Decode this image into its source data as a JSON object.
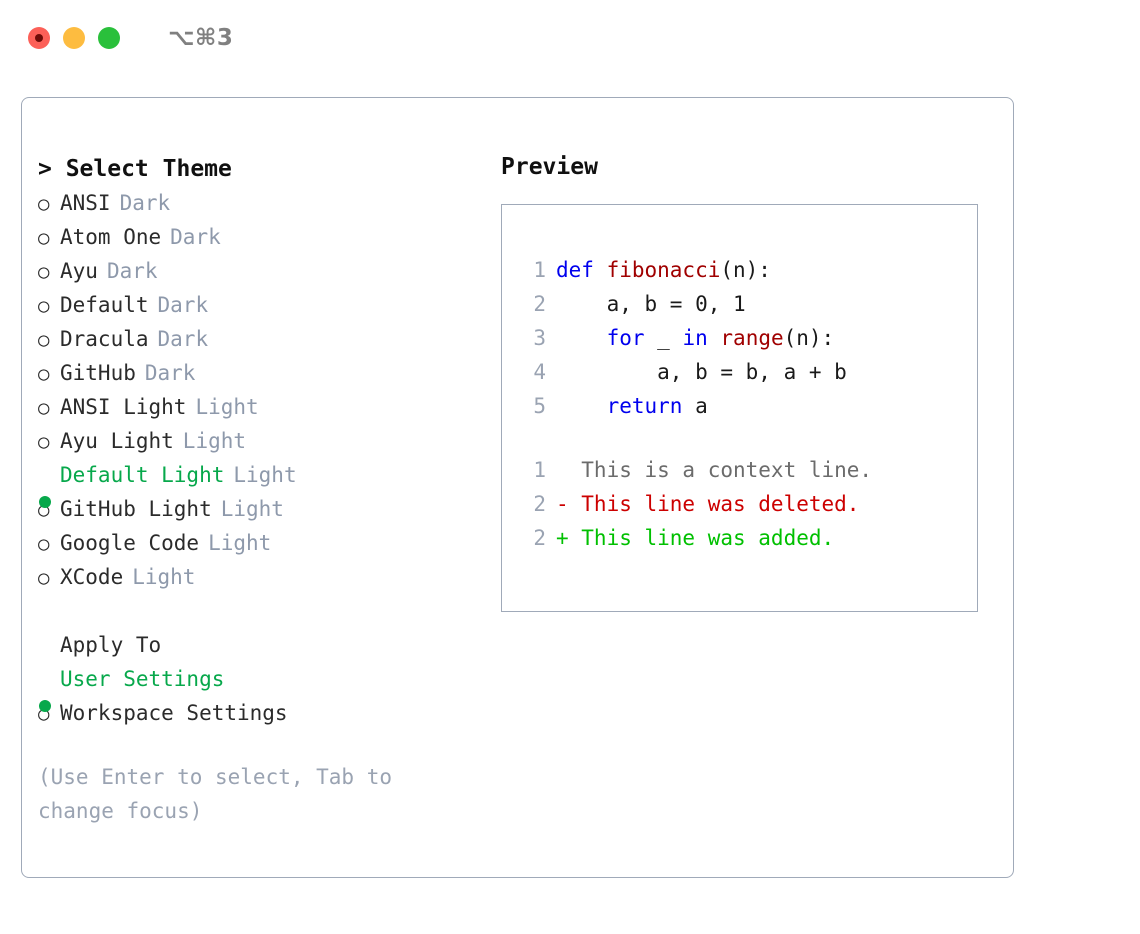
{
  "titlebar": {
    "shortcut": "⌥⌘3",
    "lights": [
      "close-red",
      "minimize-yellow",
      "zoom-green"
    ]
  },
  "theme_panel": {
    "header": "> Select Theme",
    "items": [
      {
        "marker": "○",
        "label": "ANSI",
        "badge": "Dark",
        "selected": false
      },
      {
        "marker": "○",
        "label": "Atom One",
        "badge": "Dark",
        "selected": false
      },
      {
        "marker": "○",
        "label": "Ayu",
        "badge": "Dark",
        "selected": false
      },
      {
        "marker": "○",
        "label": "Default",
        "badge": "Dark",
        "selected": false
      },
      {
        "marker": "○",
        "label": "Dracula",
        "badge": "Dark",
        "selected": false
      },
      {
        "marker": "○",
        "label": "GitHub",
        "badge": "Dark",
        "selected": false
      },
      {
        "marker": "○",
        "label": "ANSI Light",
        "badge": "Light",
        "selected": false
      },
      {
        "marker": "○",
        "label": "Ayu Light",
        "badge": "Light",
        "selected": false
      },
      {
        "marker": "●",
        "label": "Default Light",
        "badge": "Light",
        "selected": true
      },
      {
        "marker": "○",
        "label": "GitHub Light",
        "badge": "Light",
        "selected": false
      },
      {
        "marker": "○",
        "label": "Google Code",
        "badge": "Light",
        "selected": false
      },
      {
        "marker": "○",
        "label": "XCode",
        "badge": "Light",
        "selected": false
      }
    ],
    "apply_to": {
      "header": "Apply To",
      "options": [
        {
          "marker": "●",
          "label": "User Settings",
          "selected": true
        },
        {
          "marker": "○",
          "label": "Workspace Settings",
          "selected": false
        }
      ]
    },
    "hint": "(Use Enter to select, Tab to change focus)"
  },
  "preview": {
    "title": "Preview",
    "code_lines": [
      {
        "no": "1",
        "tokens": [
          {
            "t": "def ",
            "c": "kw"
          },
          {
            "t": "fibonacci",
            "c": "fn"
          },
          {
            "t": "(n):",
            "c": "plain"
          }
        ]
      },
      {
        "no": "2",
        "tokens": [
          {
            "t": "    a, b = 0, 1",
            "c": "plain"
          }
        ]
      },
      {
        "no": "3",
        "tokens": [
          {
            "t": "    ",
            "c": "plain"
          },
          {
            "t": "for",
            "c": "kw"
          },
          {
            "t": " _ ",
            "c": "plain"
          },
          {
            "t": "in",
            "c": "kw"
          },
          {
            "t": " ",
            "c": "plain"
          },
          {
            "t": "range",
            "c": "fn"
          },
          {
            "t": "(n):",
            "c": "plain"
          }
        ]
      },
      {
        "no": "4",
        "tokens": [
          {
            "t": "        a, b = b, a + b",
            "c": "plain"
          }
        ]
      },
      {
        "no": "5",
        "tokens": [
          {
            "t": "    ",
            "c": "plain"
          },
          {
            "t": "return",
            "c": "kw"
          },
          {
            "t": " a",
            "c": "plain"
          }
        ]
      }
    ],
    "diff_lines": [
      {
        "no": "1",
        "text": "  This is a context line.",
        "kind": "ctx"
      },
      {
        "no": "2",
        "text": "- This line was deleted.",
        "kind": "del"
      },
      {
        "no": "2",
        "text": "+ This line was added.",
        "kind": "add"
      }
    ]
  },
  "colors": {
    "accent_green": "#07a84b",
    "muted": "#8e99ab",
    "hint": "#9aa3b2",
    "border": "#a0aab9",
    "keyword": "#0000ee",
    "function": "#a00000",
    "diff_deleted": "#cc0000",
    "diff_added": "#00c000",
    "diff_context": "#6b6b6b"
  }
}
